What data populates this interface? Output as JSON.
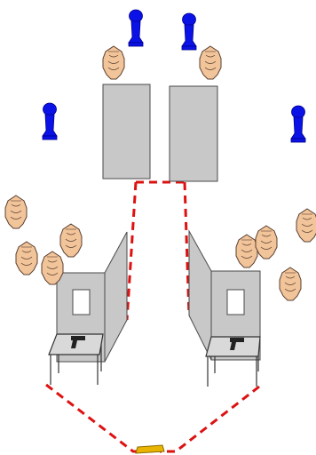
{
  "scene": {
    "colors": {
      "background": "#ffffff",
      "blue_target": "#0a12e6",
      "blue_target_dark": "#00008a",
      "tan_target": "#f2c49a",
      "tan_outline": "#5a4030",
      "barricade_fill": "#c8c8c8",
      "barricade_stroke": "#4a4a4a",
      "fault_line": "#dd1111",
      "start_marker": "#e8b400",
      "pistol": "#222222"
    },
    "blue_targets": [
      {
        "id": "blue-1",
        "label": ""
      },
      {
        "id": "blue-2",
        "label": ""
      },
      {
        "id": "blue-3",
        "label": ""
      },
      {
        "id": "blue-4",
        "label": ""
      }
    ],
    "tan_targets": [
      {
        "id": "tan-1"
      },
      {
        "id": "tan-2"
      },
      {
        "id": "tan-3"
      },
      {
        "id": "tan-4"
      },
      {
        "id": "tan-5"
      },
      {
        "id": "tan-6"
      },
      {
        "id": "tan-7"
      },
      {
        "id": "tan-8"
      },
      {
        "id": "tan-9"
      },
      {
        "id": "tan-10"
      }
    ],
    "walls": [
      {
        "id": "left-wall"
      },
      {
        "id": "right-wall"
      }
    ],
    "barricades": [
      {
        "id": "left-barricade",
        "window": true
      },
      {
        "id": "right-barricade",
        "window": true
      }
    ],
    "tables": [
      {
        "id": "left-table",
        "has_pistol": true
      },
      {
        "id": "right-table",
        "has_pistol": true
      }
    ],
    "fault_lines": {
      "style": "dashed"
    },
    "start_marker": {
      "id": "start-position"
    }
  }
}
